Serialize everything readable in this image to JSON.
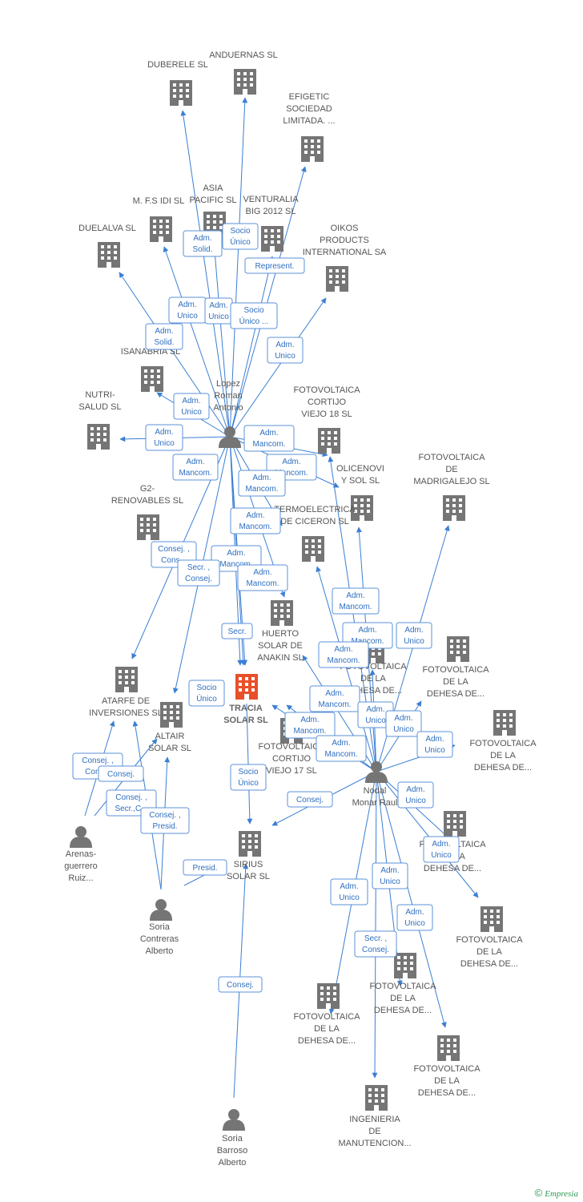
{
  "colors": {
    "edge": "#3b7fd4",
    "node": "#757575",
    "focus": "#e8502a",
    "label": "#555555",
    "rel_border": "#5b92d8",
    "rel_text": "#2f6fbf"
  },
  "icons": {
    "company": "building-icon",
    "person": "person-icon"
  },
  "footer": {
    "copyright": "©",
    "brand": "Empresia"
  },
  "nodes": [
    {
      "id": "duberele",
      "label": [
        "DUBERELE SL"
      ]
    },
    {
      "id": "anduernas",
      "label": [
        "ANDUERNAS SL"
      ]
    },
    {
      "id": "efigetic",
      "label": [
        "EFIGETIC",
        "SOCIEDAD",
        "LIMITADA. ..."
      ]
    },
    {
      "id": "asia",
      "label": [
        "ASIA",
        "PACIFIC SL"
      ]
    },
    {
      "id": "mfsidi",
      "label": [
        "M. F.S IDI  SL"
      ]
    },
    {
      "id": "venturalia",
      "label": [
        "VENTURALIA",
        "BIG 2012 SL"
      ]
    },
    {
      "id": "duelalva",
      "label": [
        "DUELALVA SL"
      ]
    },
    {
      "id": "oikos",
      "label": [
        "OIKOS",
        "PRODUCTS",
        "INTERNATIONAL SA"
      ]
    },
    {
      "id": "isanabria",
      "label": [
        "ISANABRIA SL"
      ]
    },
    {
      "id": "lopez",
      "label": [
        "Lopez",
        "Roman",
        "Antonio"
      ]
    },
    {
      "id": "nutri",
      "label": [
        "NUTRI-",
        "SALUD SL"
      ]
    },
    {
      "id": "fcv18",
      "label": [
        "FOTOVOLTAICA",
        "CORTIJO",
        "VIEJO 18 SL"
      ]
    },
    {
      "id": "olicenovi",
      "label": [
        "OLICENOVI",
        "Y SOL SL"
      ]
    },
    {
      "id": "madrigalejo",
      "label": [
        "FOTOVOLTAICA",
        "DE",
        "MADRIGALEJO SL"
      ]
    },
    {
      "id": "g2",
      "label": [
        "G2-",
        "RENOVABLES SL"
      ]
    },
    {
      "id": "termo",
      "label": [
        "TERMOELECTRICA",
        "DE CICERON SL"
      ]
    },
    {
      "id": "huerto",
      "label": [
        "HUERTO",
        "SOLAR DE",
        "ANAKIN SL"
      ]
    },
    {
      "id": "fvd1",
      "label": [
        "FOTOVOLTAICA",
        "DE LA",
        "DEHESA DE..."
      ]
    },
    {
      "id": "fvd2",
      "label": [
        "FOTOVOLTAICA",
        "DE LA",
        "DEHESA DE..."
      ]
    },
    {
      "id": "fvd3",
      "label": [
        "FOTOVOLTAICA",
        "DE LA",
        "DEHESA DE..."
      ]
    },
    {
      "id": "atarfe",
      "label": [
        "ATARFE DE",
        "INVERSIONES SL"
      ]
    },
    {
      "id": "tracia",
      "label": [
        "TRACIA",
        "SOLAR SL"
      ]
    },
    {
      "id": "altair",
      "label": [
        "ALTAIR",
        "SOLAR SL"
      ]
    },
    {
      "id": "fcv17",
      "label": [
        "FOTOVOLTAICA",
        "CORTIJO",
        "VIEJO 17 SL"
      ]
    },
    {
      "id": "nodal",
      "label": [
        "Nodal",
        "Monar Raul"
      ]
    },
    {
      "id": "arenas",
      "label": [
        "Arenas-",
        "guerrero",
        "Ruiz..."
      ]
    },
    {
      "id": "fvd4",
      "label": [
        "FOTOVOLTAICA",
        "DE LA",
        "DEHESA DE..."
      ]
    },
    {
      "id": "sirius",
      "label": [
        "SIRIUS",
        "SOLAR SL"
      ]
    },
    {
      "id": "soria_c",
      "label": [
        "Soria",
        "Contreras",
        "Alberto"
      ]
    },
    {
      "id": "fvd5",
      "label": [
        "FOTOVOLTAICA",
        "DE LA",
        "DEHESA DE..."
      ]
    },
    {
      "id": "fvd6",
      "label": [
        "FOTOVOLTAICA",
        "DE LA",
        "DEHESA DE..."
      ]
    },
    {
      "id": "fvd7",
      "label": [
        "FOTOVOLTAICA",
        "DE LA",
        "DEHESA DE..."
      ]
    },
    {
      "id": "fvd8",
      "label": [
        "FOTOVOLTAICA",
        "DE LA",
        "DEHESA DE..."
      ]
    },
    {
      "id": "ingenieria",
      "label": [
        "INGENIERIA",
        "DE",
        "MANUTENCION..."
      ]
    },
    {
      "id": "soria_b",
      "label": [
        "Soria",
        "Barroso",
        "Alberto"
      ]
    }
  ],
  "relations": [
    {
      "id": "r1",
      "label": [
        "Adm.",
        "Solid."
      ]
    },
    {
      "id": "r2",
      "label": [
        "Socio",
        "Único"
      ]
    },
    {
      "id": "r3",
      "label": [
        "Represent."
      ]
    },
    {
      "id": "r4",
      "label": [
        "Adm.",
        "Unico"
      ]
    },
    {
      "id": "r5",
      "label": [
        "Adm.",
        "Unico"
      ]
    },
    {
      "id": "r6",
      "label": [
        "Socio",
        "Único ..."
      ]
    },
    {
      "id": "r7",
      "label": [
        "Adm.",
        "Solid."
      ]
    },
    {
      "id": "r8",
      "label": [
        "Adm.",
        "Unico"
      ]
    },
    {
      "id": "r9",
      "label": [
        "Adm.",
        "Unico"
      ]
    },
    {
      "id": "r10",
      "label": [
        "Adm.",
        "Unico"
      ]
    },
    {
      "id": "r11",
      "label": [
        "Adm.",
        "Mancom."
      ]
    },
    {
      "id": "r12",
      "label": [
        "Adm.",
        "Mancom."
      ]
    },
    {
      "id": "r13",
      "label": [
        "Adm.",
        "Mancom."
      ]
    },
    {
      "id": "r14",
      "label": [
        "Adm.",
        "Mancom."
      ]
    },
    {
      "id": "r15",
      "label": [
        "Adm.",
        "Mancom."
      ]
    },
    {
      "id": "r16",
      "label": [
        "Consej. ,",
        "Cons..."
      ]
    },
    {
      "id": "r17",
      "label": [
        "Adm.",
        "Mancom."
      ]
    },
    {
      "id": "r18",
      "label": [
        "Secr. ,",
        "Consej."
      ]
    },
    {
      "id": "r19",
      "label": [
        "Adm.",
        "Mancom."
      ]
    },
    {
      "id": "r20",
      "label": [
        "Secr."
      ]
    },
    {
      "id": "r21",
      "label": [
        "Socio",
        "Único"
      ]
    },
    {
      "id": "r22",
      "label": [
        "Adm.",
        "Mancom."
      ]
    },
    {
      "id": "r23",
      "label": [
        "Adm.",
        "Mancom."
      ]
    },
    {
      "id": "r24",
      "label": [
        "Adm.",
        "Unico"
      ]
    },
    {
      "id": "r25",
      "label": [
        "Adm.",
        "Mancom."
      ]
    },
    {
      "id": "r26",
      "label": [
        "Adm.",
        "Mancom."
      ]
    },
    {
      "id": "r27",
      "label": [
        "Adm.",
        "Mancom."
      ]
    },
    {
      "id": "r28",
      "label": [
        "Adm.",
        "Unico"
      ]
    },
    {
      "id": "r29",
      "label": [
        "Adm.",
        "Unico"
      ]
    },
    {
      "id": "r30",
      "label": [
        "Adm.",
        "Mancom."
      ]
    },
    {
      "id": "r31",
      "label": [
        "Adm.",
        "Unico"
      ]
    },
    {
      "id": "r32",
      "label": [
        "Consej. ,",
        "Cons..."
      ]
    },
    {
      "id": "r33",
      "label": [
        "Consej."
      ]
    },
    {
      "id": "r34",
      "label": [
        "Socio",
        "Único"
      ]
    },
    {
      "id": "r35",
      "label": [
        "Consej."
      ]
    },
    {
      "id": "r36",
      "label": [
        "Consej. ,",
        "Secr.,C..."
      ]
    },
    {
      "id": "r37",
      "label": [
        "Consej. ,",
        "Presid."
      ]
    },
    {
      "id": "r38",
      "label": [
        "Adm.",
        "Unico"
      ]
    },
    {
      "id": "r39",
      "label": [
        "Adm.",
        "Unico"
      ]
    },
    {
      "id": "r40",
      "label": [
        "Presid."
      ]
    },
    {
      "id": "r41",
      "label": [
        "Adm.",
        "Unico"
      ]
    },
    {
      "id": "r42",
      "label": [
        "Adm.",
        "Unico"
      ]
    },
    {
      "id": "r43",
      "label": [
        "Adm.",
        "Unico"
      ]
    },
    {
      "id": "r44",
      "label": [
        "Secr. ,",
        "Consej."
      ]
    },
    {
      "id": "r45",
      "label": [
        "Consej."
      ]
    }
  ]
}
